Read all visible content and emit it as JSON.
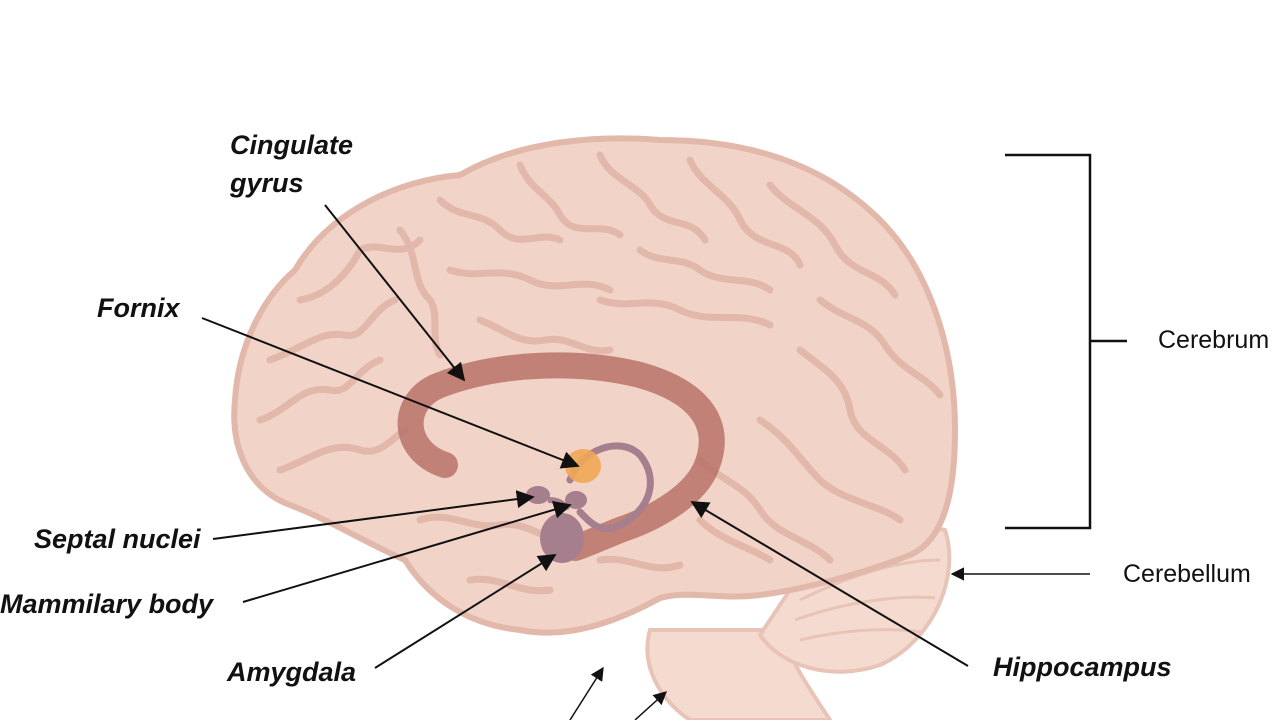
{
  "labels": {
    "cingulate_gyrus": [
      "Cingulate",
      "gyrus"
    ],
    "fornix": "Fornix",
    "septal_nuclei": "Septal nuclei",
    "mammilary_body": "Mammilary body",
    "amygdala": "Amygdala",
    "hippocampus": "Hippocampus",
    "cerebrum": "Cerebrum",
    "cerebellum": "Cerebellum"
  },
  "colors": {
    "brain_fill": "#f2d3c8",
    "brain_gyri": "#e2b8aa",
    "cingulate": "#b87268",
    "limbic_purple": "#a57f8d",
    "hypothalamus_orange": "#efa956",
    "cerebellum_fill": "#f5dad0",
    "leader_line": "#111111"
  }
}
